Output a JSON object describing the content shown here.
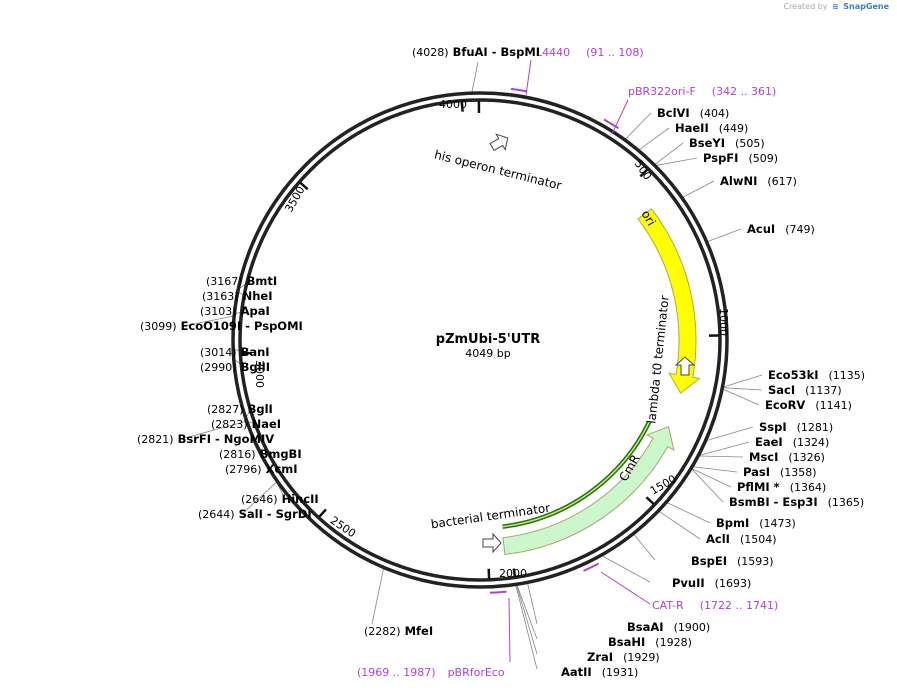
{
  "credit": {
    "prefix": "Created by",
    "brand": "SnapGene"
  },
  "plasmid": {
    "name": "pZmUbi-5'UTR",
    "size_label": "4049 bp",
    "length": 4049
  },
  "ticks": [
    {
      "bp": 500,
      "label": "500"
    },
    {
      "bp": 1000,
      "label": "1000"
    },
    {
      "bp": 1500,
      "label": "1500"
    },
    {
      "bp": 2000,
      "label": "2000"
    },
    {
      "bp": 2500,
      "label": "2500"
    },
    {
      "bp": 3000,
      "label": "3000"
    },
    {
      "bp": 3500,
      "label": "3500"
    },
    {
      "bp": 4000,
      "label": "4000"
    }
  ],
  "features": [
    {
      "name": "ori",
      "start": 591,
      "end": 1179,
      "direction": "cw",
      "type": "rep_origin",
      "color": "#ffff00",
      "label": "ori"
    },
    {
      "name": "CmR",
      "start": 1290,
      "end": 1950,
      "direction": "ccw",
      "type": "gene",
      "color": "#ccf7cc",
      "label": "CmR"
    },
    {
      "name": "his operon terminator",
      "bp": 4038,
      "type": "terminator",
      "label": "his operon terminator"
    },
    {
      "name": "lambda t0 terminator",
      "bp": 1160,
      "type": "terminator",
      "label": "lambda t0 terminator"
    },
    {
      "name": "bacterial terminator",
      "bp": 2050,
      "type": "terminator",
      "label": "bacterial terminator"
    }
  ],
  "enzyme_labels": [
    {
      "side": "right",
      "names": [
        "BclVI"
      ],
      "pos": "(404)",
      "cut": 404
    },
    {
      "side": "right",
      "names": [
        "HaeII"
      ],
      "pos": "(449)",
      "cut": 449
    },
    {
      "side": "right",
      "names": [
        "BseYI"
      ],
      "pos": "(505)",
      "cut": 505
    },
    {
      "side": "right",
      "names": [
        "PspFI"
      ],
      "pos": "(509)",
      "cut": 509
    },
    {
      "side": "right",
      "names": [
        "AlwNI"
      ],
      "pos": "(617)",
      "cut": 617
    },
    {
      "side": "right",
      "names": [
        "AcuI"
      ],
      "pos": "(749)",
      "cut": 749
    },
    {
      "side": "right",
      "names": [
        "Eco53kI"
      ],
      "pos": "(1135)",
      "cut": 1135
    },
    {
      "side": "right",
      "names": [
        "SacI"
      ],
      "pos": "(1137)",
      "cut": 1137
    },
    {
      "side": "right",
      "names": [
        "EcoRV"
      ],
      "pos": "(1141)",
      "cut": 1141
    },
    {
      "side": "right",
      "names": [
        "SspI"
      ],
      "pos": "(1281)",
      "cut": 1281
    },
    {
      "side": "right",
      "names": [
        "EaeI"
      ],
      "pos": "(1324)",
      "cut": 1324
    },
    {
      "side": "right",
      "names": [
        "MscI"
      ],
      "pos": "(1326)",
      "cut": 1326
    },
    {
      "side": "right",
      "names": [
        "PasI"
      ],
      "pos": "(1358)",
      "cut": 1358
    },
    {
      "side": "right",
      "names": [
        "PflMI *"
      ],
      "pos": "(1364)",
      "cut": 1364
    },
    {
      "side": "right",
      "names": [
        "BsmBI",
        "Esp3I"
      ],
      "pos": "(1365)",
      "cut": 1365
    },
    {
      "side": "right",
      "names": [
        "BpmI"
      ],
      "pos": "(1473)",
      "cut": 1473
    },
    {
      "side": "right",
      "names": [
        "AclI"
      ],
      "pos": "(1504)",
      "cut": 1504
    },
    {
      "side": "right",
      "names": [
        "BspEI"
      ],
      "pos": "(1593)",
      "cut": 1593
    },
    {
      "side": "right",
      "names": [
        "PvuII"
      ],
      "pos": "(1693)",
      "cut": 1693
    },
    {
      "side": "right",
      "names": [
        "BsaAI"
      ],
      "pos": "(1900)",
      "cut": 1900
    },
    {
      "side": "right",
      "names": [
        "BsaHI"
      ],
      "pos": "(1928)",
      "cut": 1928
    },
    {
      "side": "right",
      "names": [
        "ZraI"
      ],
      "pos": "(1929)",
      "cut": 1929
    },
    {
      "side": "right",
      "names": [
        "AatII"
      ],
      "pos": "(1931)",
      "cut": 1931
    },
    {
      "side": "top",
      "names": [
        "BfuAI",
        "BspMI"
      ],
      "pos": "(4028)",
      "cut": 4028
    },
    {
      "side": "left",
      "names": [
        "BmtI"
      ],
      "pos": "(3167)",
      "cut": 3167
    },
    {
      "side": "left",
      "names": [
        "NheI"
      ],
      "pos": "(3163)",
      "cut": 3163
    },
    {
      "side": "left",
      "names": [
        "ApaI"
      ],
      "pos": "(3103)",
      "cut": 3103
    },
    {
      "side": "left",
      "names": [
        "EcoO109I",
        "PspOMI"
      ],
      "pos": "(3099)",
      "cut": 3099
    },
    {
      "side": "left",
      "names": [
        "BanI"
      ],
      "pos": "(3014)",
      "cut": 3014
    },
    {
      "side": "left",
      "names": [
        "BglII"
      ],
      "pos": "(2990)",
      "cut": 2990
    },
    {
      "side": "left",
      "names": [
        "BglI"
      ],
      "pos": "(2827)",
      "cut": 2827
    },
    {
      "side": "left",
      "names": [
        "NaeI"
      ],
      "pos": "(2823)",
      "cut": 2823
    },
    {
      "side": "left",
      "names": [
        "BsrFI",
        "NgoMIV"
      ],
      "pos": "(2821)",
      "cut": 2821
    },
    {
      "side": "left",
      "names": [
        "BmgBI"
      ],
      "pos": "(2816)",
      "cut": 2816
    },
    {
      "side": "left",
      "names": [
        "XcmI"
      ],
      "pos": "(2796)",
      "cut": 2796
    },
    {
      "side": "left",
      "names": [
        "HincII"
      ],
      "pos": "(2646)",
      "cut": 2646
    },
    {
      "side": "left",
      "names": [
        "SalI",
        "SgrDI"
      ],
      "pos": "(2644)",
      "cut": 2644
    },
    {
      "side": "left",
      "names": [
        "MfeI"
      ],
      "pos": "(2282)",
      "cut": 2282
    }
  ],
  "primers": [
    {
      "name": "L4440",
      "range": "(91 .. 108)",
      "start": 91,
      "end": 108
    },
    {
      "name": "pBR322ori-F",
      "range": "(342 .. 361)",
      "start": 342,
      "end": 361
    },
    {
      "name": "CAT-R",
      "range": "(1722 .. 1741)",
      "start": 1722,
      "end": 1741
    },
    {
      "name": "pBRforEco",
      "range": "(1969 .. 1987)",
      "start": 1969,
      "end": 1987
    }
  ],
  "colors": {
    "backbone": "#222222",
    "primer": "#b040d8",
    "ori": "#ffff00",
    "cmr": "#ccf7cc",
    "cmr_orf": "#2a6e10"
  }
}
